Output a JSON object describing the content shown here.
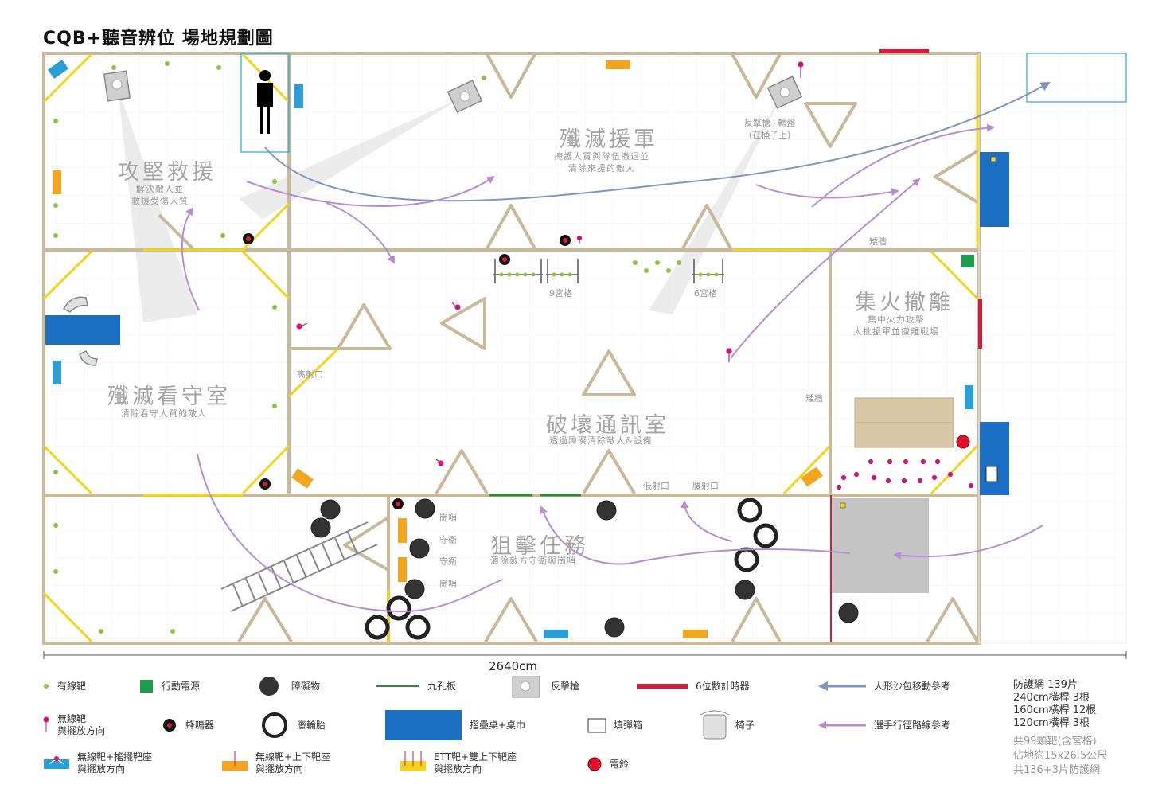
{
  "title": "CQB+聽音辨位  場地規劃圖",
  "colors": {
    "wall": "#c8b99a",
    "yellow": "#f2d51b",
    "green": "#8bc34a",
    "blue": "#1a6fc2",
    "cyan": "#2a9ed6",
    "red": "#d81b3c",
    "purple": "#b98cd0",
    "steel": "#7f96bf",
    "pink": "#d0157a",
    "orange": "#f2a51f",
    "gray": "#c4c4c4"
  },
  "rooms": {
    "r1": {
      "title": "攻堅救援",
      "sub": "解決敵人並\n救援受傷人質"
    },
    "r2": {
      "title": "殲滅援軍",
      "sub": "掩護人質與隊伍撤退並\n清除來援的敵人"
    },
    "r3": {
      "title": "殲滅看守室",
      "sub": "清除看守人質的敵人"
    },
    "r4": {
      "title": "破壞通訊室",
      "sub": "透過障礙清除敵人&設備"
    },
    "r5": {
      "title": "集火撤離",
      "sub": "集中火力攻擊\n大批援軍並撤離戰場"
    },
    "r6": {
      "title": "狙擊任務",
      "sub": "清除敵方守衛與崗哨"
    }
  },
  "notes": {
    "counter_turntable": "反擊槍+轉盤\n(在桶子上)",
    "grid9": "9宮格",
    "grid6": "6宮格",
    "high_window": "高射口",
    "low_window": "低射口",
    "waist_window": "腰射口",
    "low_wall_1": "矮牆",
    "low_wall_2": "矮牆",
    "post_1": "崗哨",
    "guard_1": "守衛",
    "guard_2": "守衛",
    "post_2": "崗哨",
    "width": "2640cm"
  },
  "legend": {
    "wired_target": "有線靶",
    "mobile_power": "行動電源",
    "obstacle": "障礙物",
    "nine_hole": "九孔板",
    "counter_gun": "反擊槍",
    "timer": "6位數計時器",
    "dummy": "人形沙包移動參考",
    "wireless_target": "無線靶\n與擺放方向",
    "buzzer": "蜂鳴器",
    "tire": "廢輪胎",
    "table": "摺疊桌+桌巾",
    "ammo_box": "填彈箱",
    "chair": "椅子",
    "route": "選手行徑路線參考",
    "wireless_swing": "無線靶+搖擺靶座\n與擺放方向",
    "wireless_updown": "無線靶+上下靶座\n與擺放方向",
    "ett": "ETT靶+雙上下靶座\n與擺放方向",
    "bell": "電鈴"
  },
  "summary": {
    "nets": "防護網 139片",
    "beam240": "240cm橫桿 3根",
    "beam160": "160cm橫桿 12根",
    "beam120": "120cm橫桿 3根",
    "targets": "共99顆靶(含宮格)",
    "area": "佔地約15x26.5公尺",
    "total": "共136+3片防護網"
  }
}
